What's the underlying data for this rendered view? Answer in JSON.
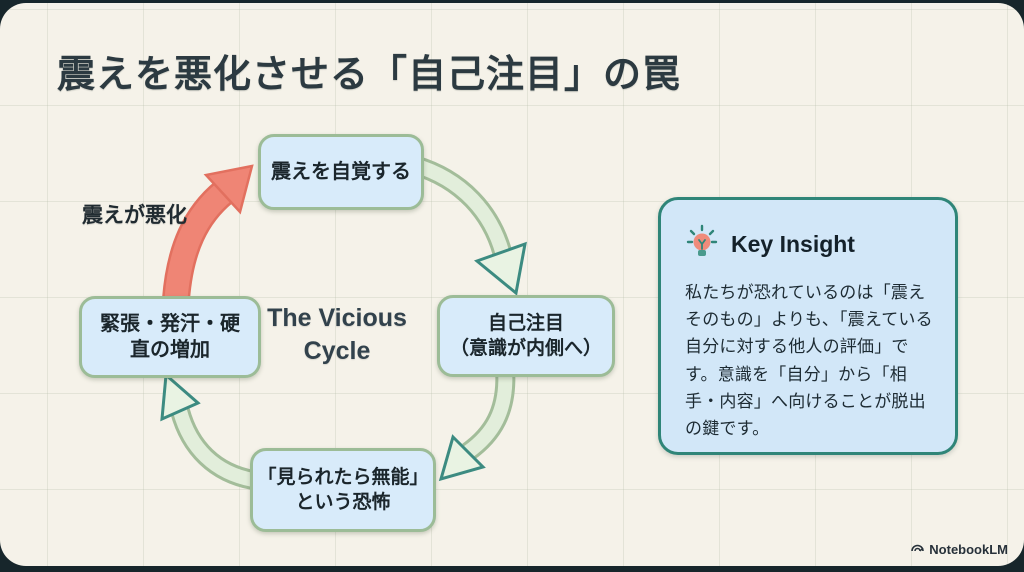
{
  "page": {
    "title": "震えを悪化させる「自己注目」の罠",
    "brand": "NotebookLM"
  },
  "cycle": {
    "center_label": "The Vicious Cycle",
    "edge_label": "震えが悪化",
    "nodes": [
      {
        "id": "awareness",
        "lines": [
          "震えを自覚する"
        ]
      },
      {
        "id": "self-focus",
        "lines": [
          "自己注目",
          "（意識が内側へ）"
        ]
      },
      {
        "id": "fear",
        "lines": [
          "「見られたら無能」",
          "という恐怖"
        ]
      },
      {
        "id": "tension",
        "lines": [
          "緊張・発汗・硬",
          "直の増加"
        ]
      }
    ]
  },
  "insight": {
    "icon": "lightbulb-icon",
    "title": "Key Insight",
    "body": "私たちが恐れているのは「震えそのもの」よりも、「震えている自分に対する他人の評価」です。意識を「自分」から「相手・内容」へ向けることが脱出の鍵です。"
  },
  "colors": {
    "background": "#f5f2e9",
    "frame": "#17262b",
    "node_fill": "#d8ebfa",
    "node_border": "#9cbc97",
    "insight_fill": "#d2e7f8",
    "insight_border": "#2f8578",
    "cycle_arrow_green_fill": "#e2eedb",
    "cycle_arrow_green_edge": "#3c8b81",
    "worsen_arrow_red": "#ef8575",
    "title_color": "#2c3a41"
  }
}
